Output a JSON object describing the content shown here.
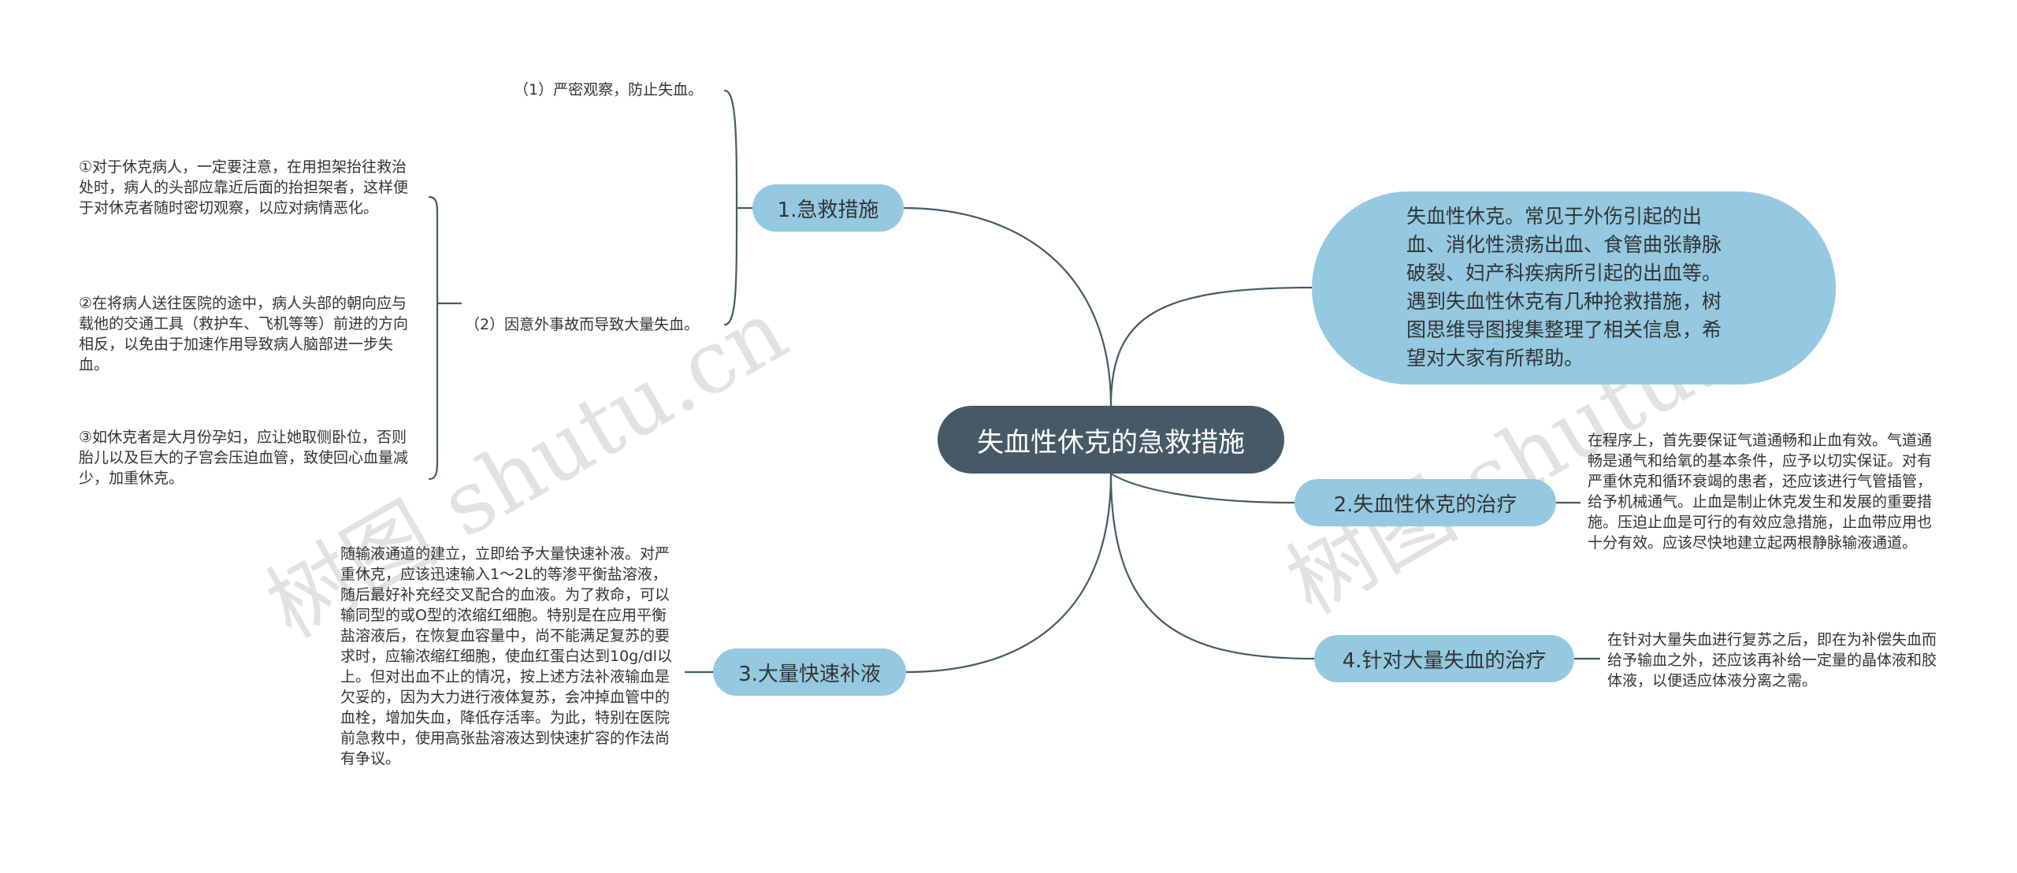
{
  "root": {
    "label": "失血性休克的急救措施"
  },
  "intro": {
    "text": "失血性休克。常见于外伤引起的出血、消化性溃疡出血、食管曲张静脉破裂、妇产科疾病所引起的出血等。遇到失血性休克有几种抢救措施，树图思维导图搜集整理了相关信息，希望对大家有所帮助。"
  },
  "branch1": {
    "label": "1.急救措施",
    "child1": "（1）严密观察，防止失血。",
    "child2": "（2）因意外事故而导致大量失血。",
    "leaves": [
      "①对于休克病人，一定要注意，在用担架抬往救治处时，病人的头部应靠近后面的抬担架者，这样便于对休克者随时密切观察，以应对病情恶化。",
      "②在将病人送往医院的途中，病人头部的朝向应与载他的交通工具（救护车、飞机等等）前进的方向相反，以免由于加速作用导致病人脑部进一步失血。",
      "③如休克者是大月份孕妇，应让她取侧卧位，否则胎儿以及巨大的子宫会压迫血管，致使回心血量减少，加重休克。"
    ]
  },
  "branch2": {
    "label": "2.失血性休克的治疗",
    "detail": "在程序上，首先要保证气道通畅和止血有效。气道通畅是通气和给氧的基本条件，应予以切实保证。对有严重休克和循环衰竭的患者，还应该进行气管插管，给予机械通气。止血是制止休克发生和发展的重要措施。压迫止血是可行的有效应急措施，止血带应用也十分有效。应该尽快地建立起两根静脉输液通道。"
  },
  "branch3": {
    "label": "3.大量快速补液",
    "detail": "随输液通道的建立，立即给予大量快速补液。对严重休克，应该迅速输入1～2L的等渗平衡盐溶液，随后最好补充经交叉配合的血液。为了救命，可以输同型的或O型的浓缩红细胞。特别是在应用平衡盐溶液后，在恢复血容量中，尚不能满足复苏的要求时，应输浓缩红细胞，使血红蛋白达到10g/dl以上。但对出血不止的情况，按上述方法补液输血是欠妥的，因为大力进行液体复苏，会冲掉血管中的血栓，增加失血，降低存活率。为此，特别在医院前急救中，使用高张盐溶液达到快速扩容的作法尚有争议。"
  },
  "branch4": {
    "label": "4.针对大量失血的治疗",
    "detail": "在针对大量失血进行复苏之后，即在为补偿失血而给予输血之外，还应该再补给一定量的晶体液和胶体液，以便适应体液分离之需。"
  },
  "watermarks": [
    "树图 shutu.cn",
    "树图 shutu.cn"
  ],
  "colors": {
    "root": "#455a64",
    "branch": "#94c9e1",
    "edge": "#455a64"
  }
}
